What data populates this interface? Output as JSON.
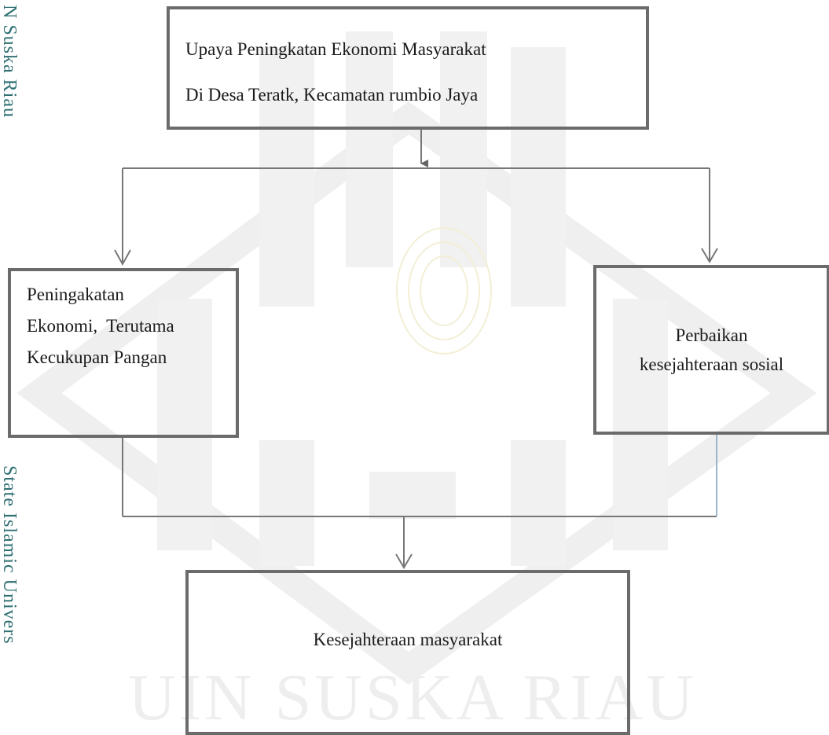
{
  "side_text": {
    "upper": "N Suska Riau",
    "lower": "State Islamic Univers"
  },
  "watermark_text": "UIN SUSKA RIAU",
  "nodes": {
    "top": {
      "line1": "Upaya Peningkatan Ekonomi Masyarakat",
      "line2": "Di Desa Teratk, Kecamatan rumbio Jaya"
    },
    "left": {
      "line1": "Peningakatan",
      "line2": "Ekonomi,  Terutama",
      "line3": "Kecukupan Pangan"
    },
    "right": {
      "line1": "Perbaikan",
      "line2": "kesejahteraan sosial"
    },
    "bottom": {
      "line1": "Kesejahteraan masyarakat"
    }
  },
  "colors": {
    "box_border": "#6b6b6b",
    "connector": "#777777",
    "side_text": "#2f6f73",
    "watermark": "#efefef"
  }
}
